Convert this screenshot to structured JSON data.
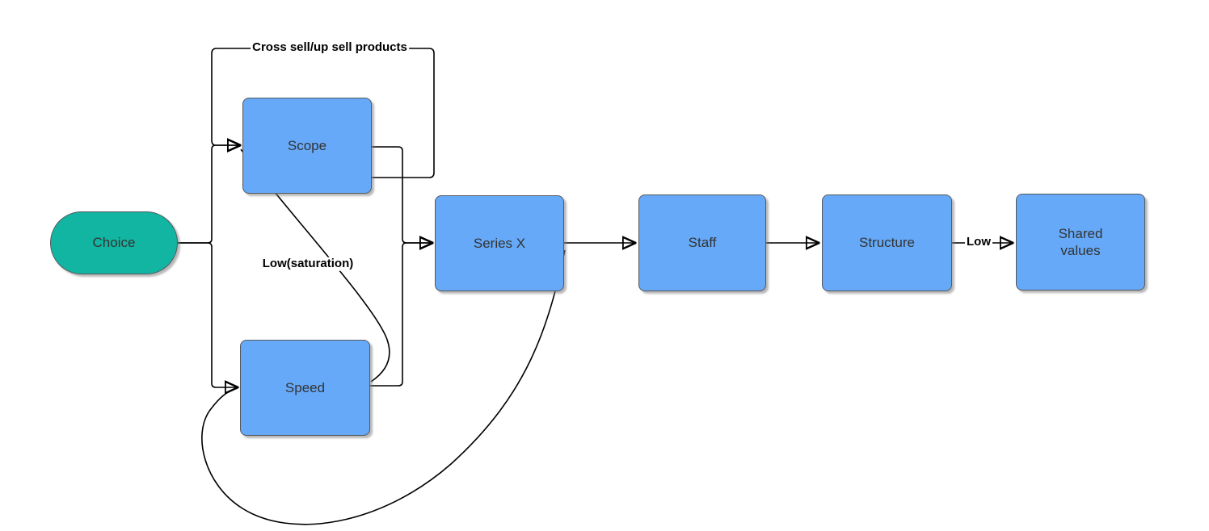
{
  "diagram": {
    "nodes": {
      "choice": {
        "label": "Choice",
        "shape": "terminal"
      },
      "scope": {
        "label": "Scope",
        "shape": "process"
      },
      "speed": {
        "label": "Speed",
        "shape": "process"
      },
      "series_x": {
        "label": "Series X",
        "shape": "process"
      },
      "staff": {
        "label": "Staff",
        "shape": "process"
      },
      "structure": {
        "label": "Structure",
        "shape": "process"
      },
      "shared_values": {
        "label": "Shared values",
        "shape": "process"
      }
    },
    "edge_labels": {
      "cross_sell": "Cross sell/up sell products",
      "low_saturation": "Low(saturation)",
      "low": "Low"
    },
    "edges": [
      {
        "from": "Choice",
        "to": "Scope",
        "label": ""
      },
      {
        "from": "Choice",
        "to": "Speed",
        "label": ""
      },
      {
        "from": "Scope",
        "to": "Scope",
        "label": "Cross sell/up sell products"
      },
      {
        "from": "Scope",
        "to": "Series X",
        "label": ""
      },
      {
        "from": "Speed",
        "to": "Series X",
        "label": ""
      },
      {
        "from": "Speed",
        "to": "Scope",
        "label": "Low(saturation)"
      },
      {
        "from": "Series X",
        "to": "Speed",
        "label": ""
      },
      {
        "from": "Series X",
        "to": "Staff",
        "label": ""
      },
      {
        "from": "Staff",
        "to": "Structure",
        "label": ""
      },
      {
        "from": "Structure",
        "to": "Shared values",
        "label": "Low"
      }
    ]
  },
  "colors": {
    "canvas-bg": "#ffffff",
    "node-fill": "#66a9f8",
    "node-stroke": "#55585c",
    "terminal-fill": "#12b5a2",
    "edge-color": "#000000",
    "label-color": "#333333",
    "edge-label-color": "#000000"
  }
}
